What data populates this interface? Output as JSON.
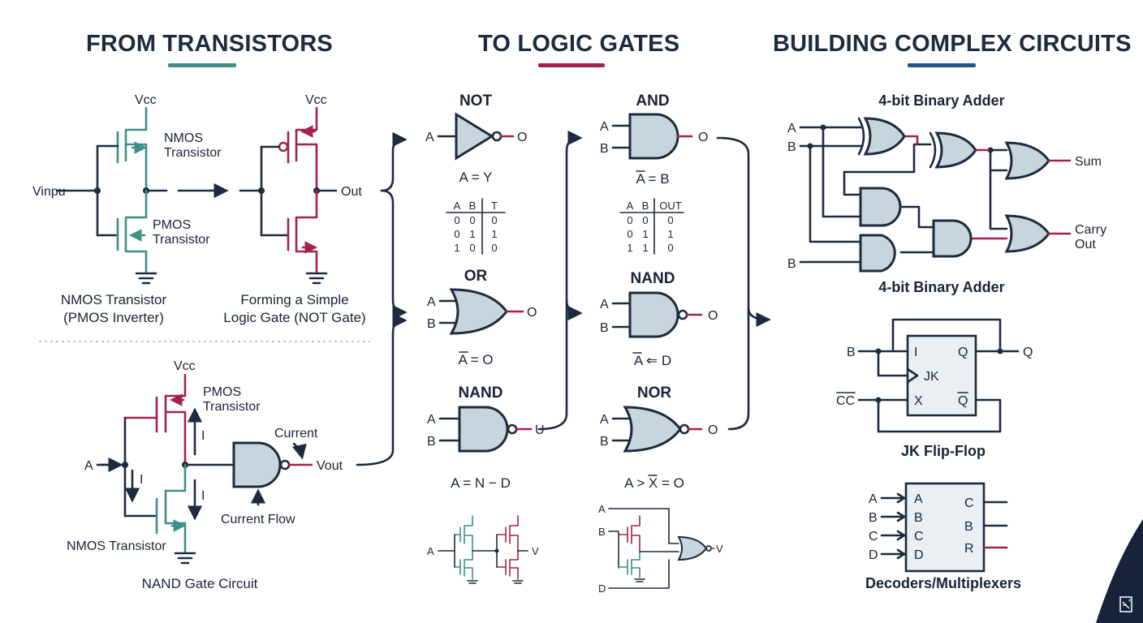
{
  "headings": {
    "col1": "FROM TRANSISTORS",
    "col2": "TO LOGIC GATES",
    "col3": "BUILDING COMPLEX CIRCUITS",
    "col1_color": "#3e8f88",
    "col2_color": "#a3224a",
    "col3_color": "#23568f"
  },
  "col1": {
    "inverter": {
      "vcc": "Vcc",
      "nmos_label": "NMOS\nTransistor",
      "pmos_label": "PMOS\nTransistor",
      "input": "Vinpu",
      "caption": "NMOS Transistor\n(PMOS Inverter)"
    },
    "not_gate": {
      "vcc": "Vcc",
      "output": "Out",
      "caption": "Forming a Simple\nLogic Gate (NOT Gate)"
    },
    "nand_circuit": {
      "vcc": "Vcc",
      "pmos_label": "PMOS\nTransistor",
      "nmos_label": "NMOS Transistor",
      "input": "A",
      "current": "Current",
      "current_flow": "Current Flow",
      "output": "Vout",
      "i1": "I",
      "i2": "I",
      "i3": "I",
      "caption": "NAND Gate Circuit"
    }
  },
  "col2": {
    "not": {
      "title": "NOT",
      "in_a": "A",
      "out": "O",
      "eq": "A = Y"
    },
    "truth1": {
      "headers": [
        "A",
        "B",
        "T"
      ],
      "rows": [
        [
          "0",
          "0",
          "0"
        ],
        [
          "0",
          "1",
          "1"
        ],
        [
          "1",
          "0",
          "0"
        ]
      ]
    },
    "or": {
      "title": "OR",
      "in_a": "A",
      "in_b": "B",
      "out": "O",
      "eq": "A = O"
    },
    "nand1": {
      "title": "NAND",
      "in_a": "A",
      "in_b": "B",
      "out": "U",
      "eq": "A = N − D"
    },
    "and": {
      "title": "AND",
      "in_a": "A",
      "in_b": "B",
      "out": "O",
      "eq": "A = B"
    },
    "truth2": {
      "headers": [
        "A",
        "B",
        "OUT"
      ],
      "rows": [
        [
          "0",
          "0",
          "0"
        ],
        [
          "0",
          "1",
          "1"
        ],
        [
          "1",
          "1",
          "0"
        ]
      ]
    },
    "nand2": {
      "title": "NAND",
      "in_a": "A",
      "in_b": "B",
      "out": "O",
      "eq": "A ⇐ D"
    },
    "nor": {
      "title": "NOR",
      "in_a": "A",
      "in_b": "B",
      "out": "O",
      "eq": "A > X = O"
    },
    "mini1": {
      "in": "A",
      "out": "V"
    },
    "mini2": {
      "a": "A",
      "b": "B",
      "d": "D",
      "out": "V"
    }
  },
  "col3": {
    "adder": {
      "title": "4-bit Binary Adder",
      "in_a": "A",
      "in_b": "B",
      "in_b2": "B",
      "sum": "Sum",
      "carry": "Carry\nOut",
      "caption": "4-bit Binary Adder"
    },
    "jk": {
      "in_b": "B",
      "in_cc": "CC",
      "pin_i": "I",
      "pin_jk": "JK",
      "pin_x": "X",
      "pin_q": "Q",
      "pin_qbar": "Q",
      "out_q": "Q",
      "caption": "JK Flip-Flop"
    },
    "decoder": {
      "inputs": [
        "A",
        "B",
        "C",
        "D"
      ],
      "pins_left": [
        "A",
        "B",
        "C",
        "D"
      ],
      "pins_right": [
        "C",
        "B",
        "R"
      ],
      "caption": "Decoders/Multiplexers"
    }
  }
}
